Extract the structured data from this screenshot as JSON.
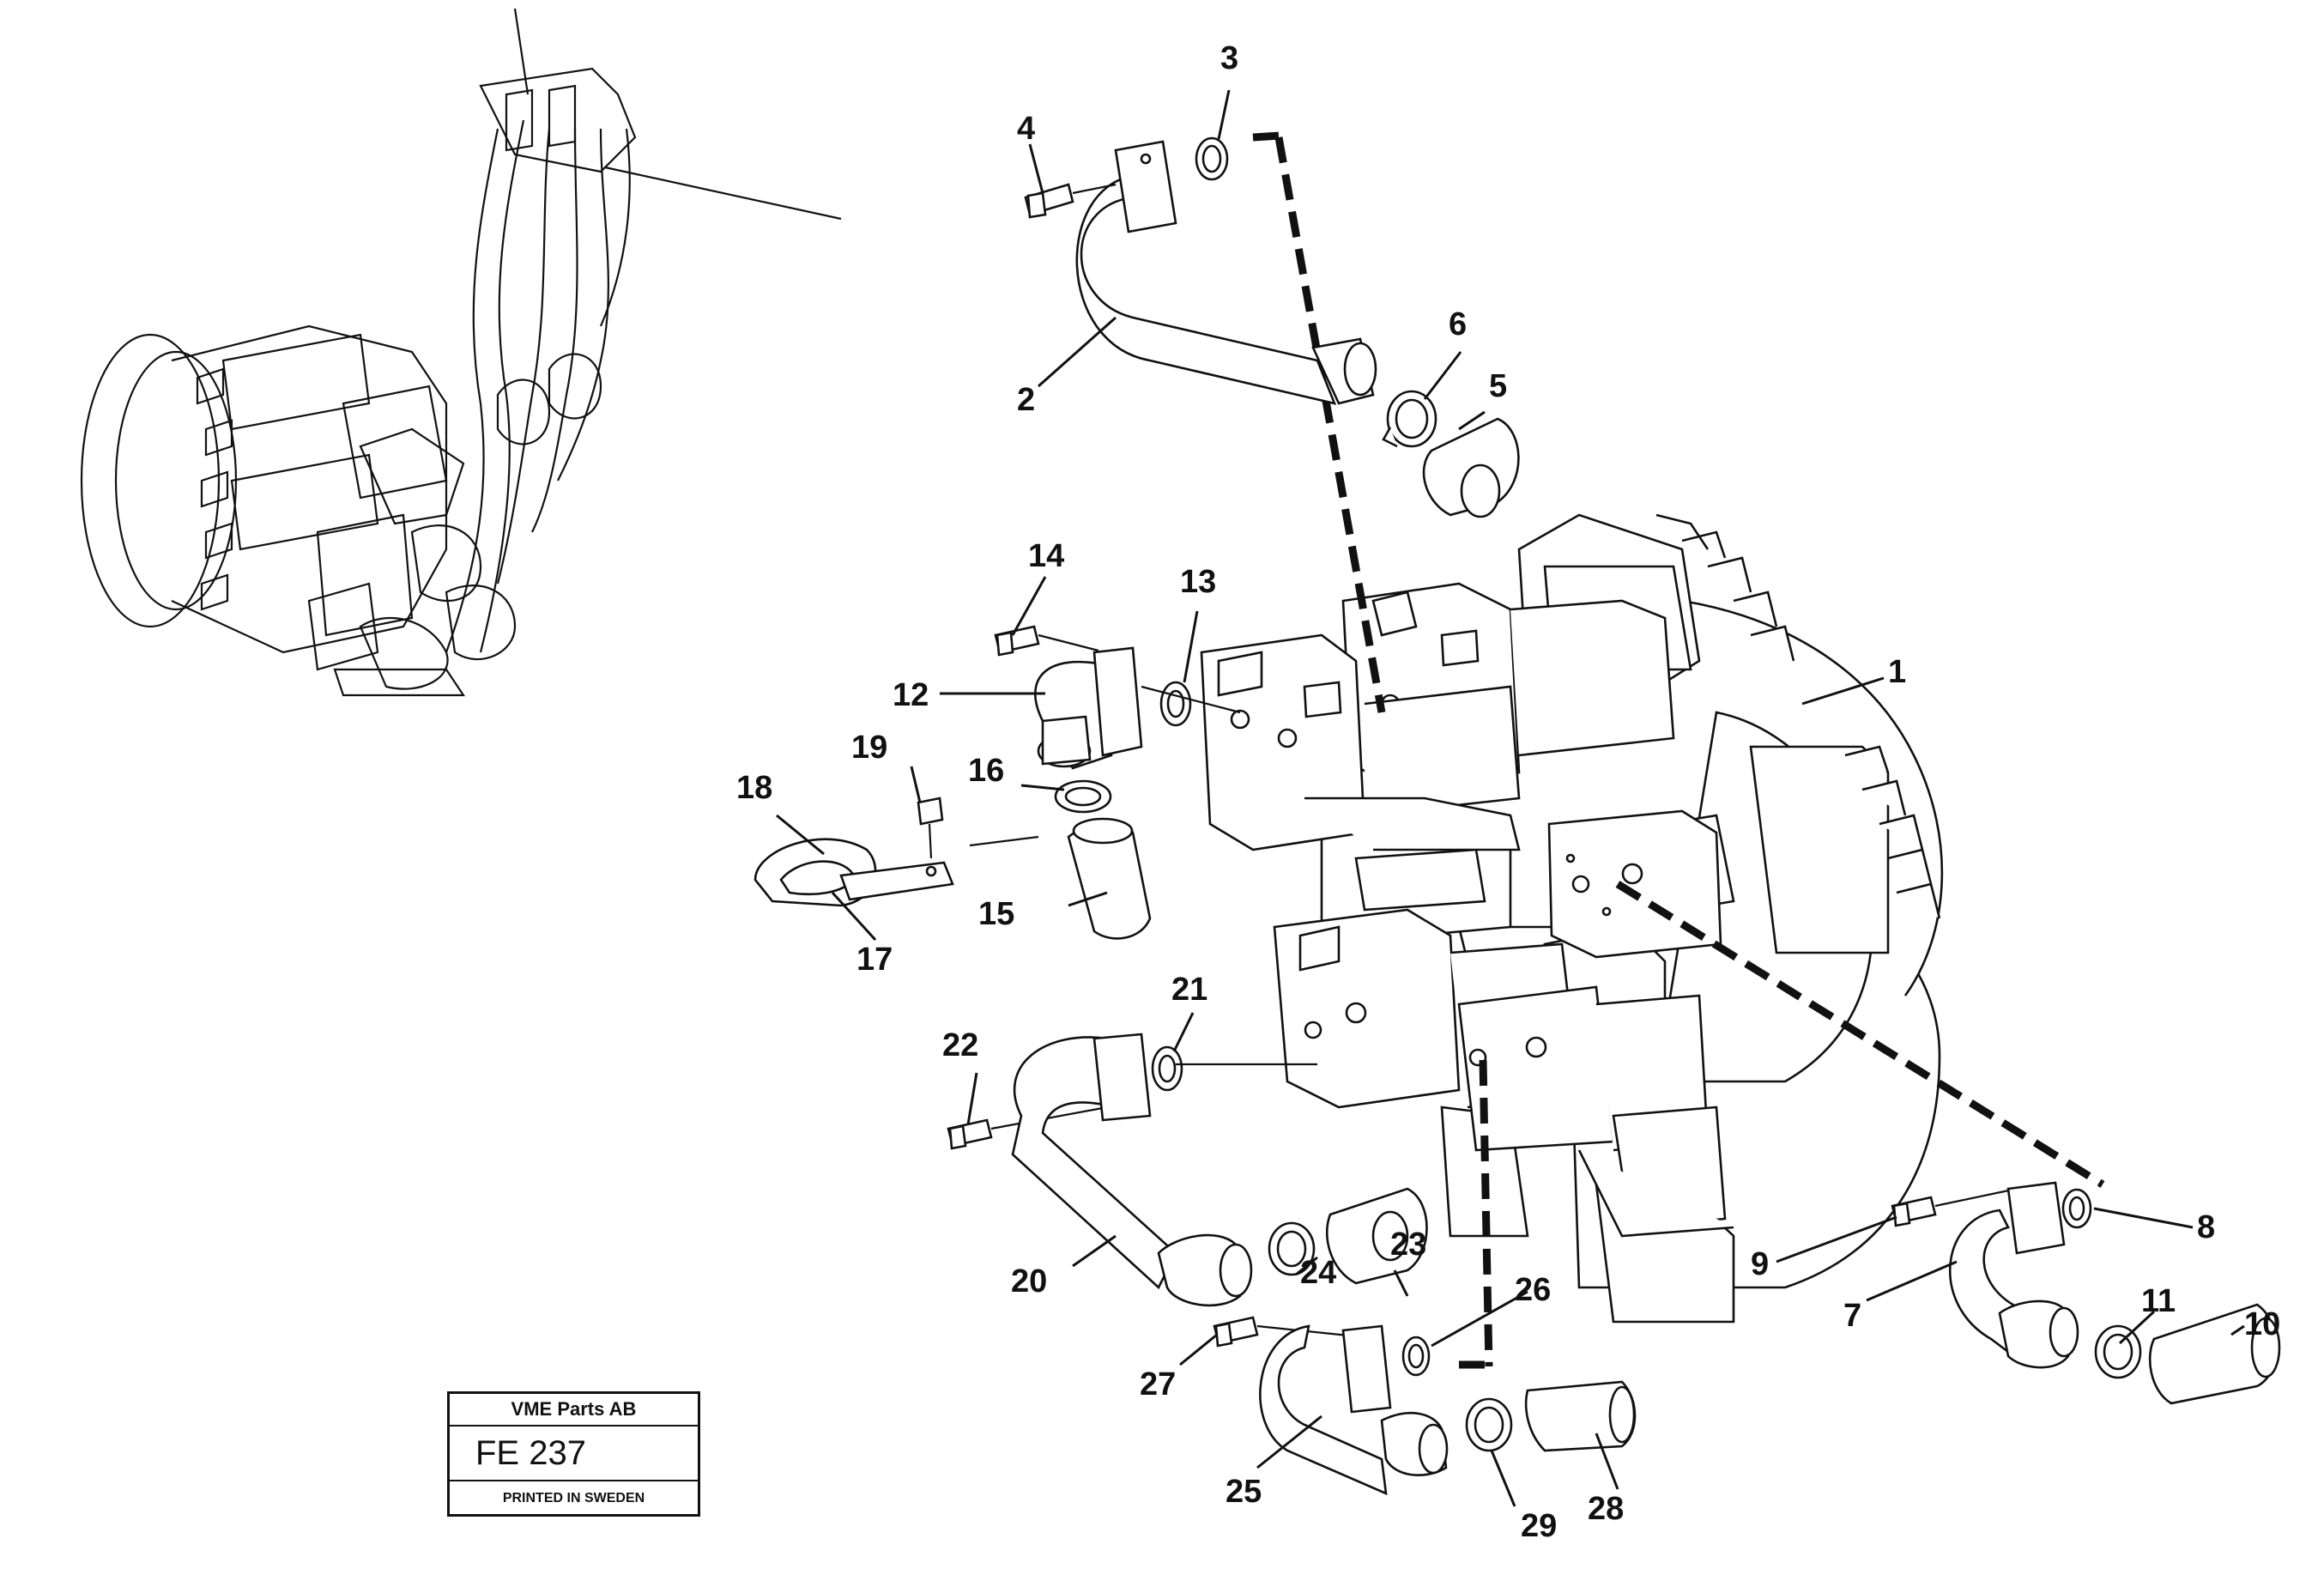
{
  "callouts": [
    "1",
    "2",
    "3",
    "4",
    "5",
    "6",
    "7",
    "8",
    "9",
    "10",
    "11",
    "12",
    "13",
    "14",
    "15",
    "16",
    "17",
    "18",
    "19",
    "20",
    "21",
    "22",
    "23",
    "24",
    "25",
    "26",
    "27",
    "28",
    "29"
  ],
  "stamp": {
    "company": "VME Parts AB",
    "code": "FE 237",
    "printed": "PRINTED IN SWEDEN"
  }
}
